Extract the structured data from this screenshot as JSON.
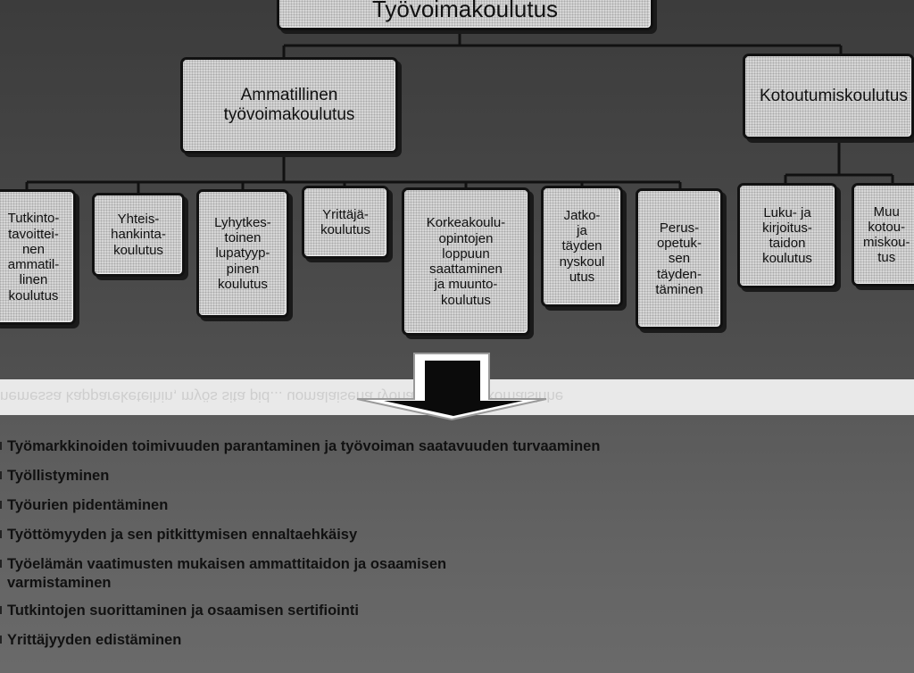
{
  "diagram": {
    "root": "Työvoimakoulutus",
    "branches": {
      "ammatillinen": "Ammatillinen\ntyövoimakoulutus",
      "kotoutumis": "Kotoutumiskoulutus"
    },
    "ammatillinen_children": [
      "Tutkinto-\ntavoittei-\nnen\nammatil-\nlinen\nkoulutus",
      "Yhteis-\nhankinta-\nkoulutus",
      "Lyhytkes-\ntoinen\nlupatyyp-\npinen\nkoulutus",
      "Yrittäjä-\nkoulutus",
      "Korkeakoulu-\nopintojen\nloppuun\nsaattaminen\nja muunto-\nkoulutus",
      "Jatko-\nja\ntäyden\nnyskoul\nutus",
      "Perus-\nopetuk-\nsen\ntäyden-\ntäminen"
    ],
    "kotoutumis_children": [
      "Luku- ja\nkirjoitus-\ntaidon\nkoulutus",
      "Muu\nkotou-\nmiskou-\ntus"
    ]
  },
  "band_text": "nemessa kappareketeihin, myös sita pid... uomalaisena työnantajana. Ulkomaisinhe",
  "goals": [
    "Työmarkkinoiden toimivuuden parantaminen ja työvoiman saatavuuden turvaaminen",
    "Työllistyminen",
    "Työurien pidentäminen",
    "Työttömyyden ja sen pitkittymisen ennaltaehkäisy",
    "Työelämän vaatimusten mukaisen ammattitaidon ja osaamisen\nvarmistaminen",
    "Tutkintojen suorittaminen ja osaamisen sertifiointi",
    "Yrittäjyyden edistäminen"
  ]
}
